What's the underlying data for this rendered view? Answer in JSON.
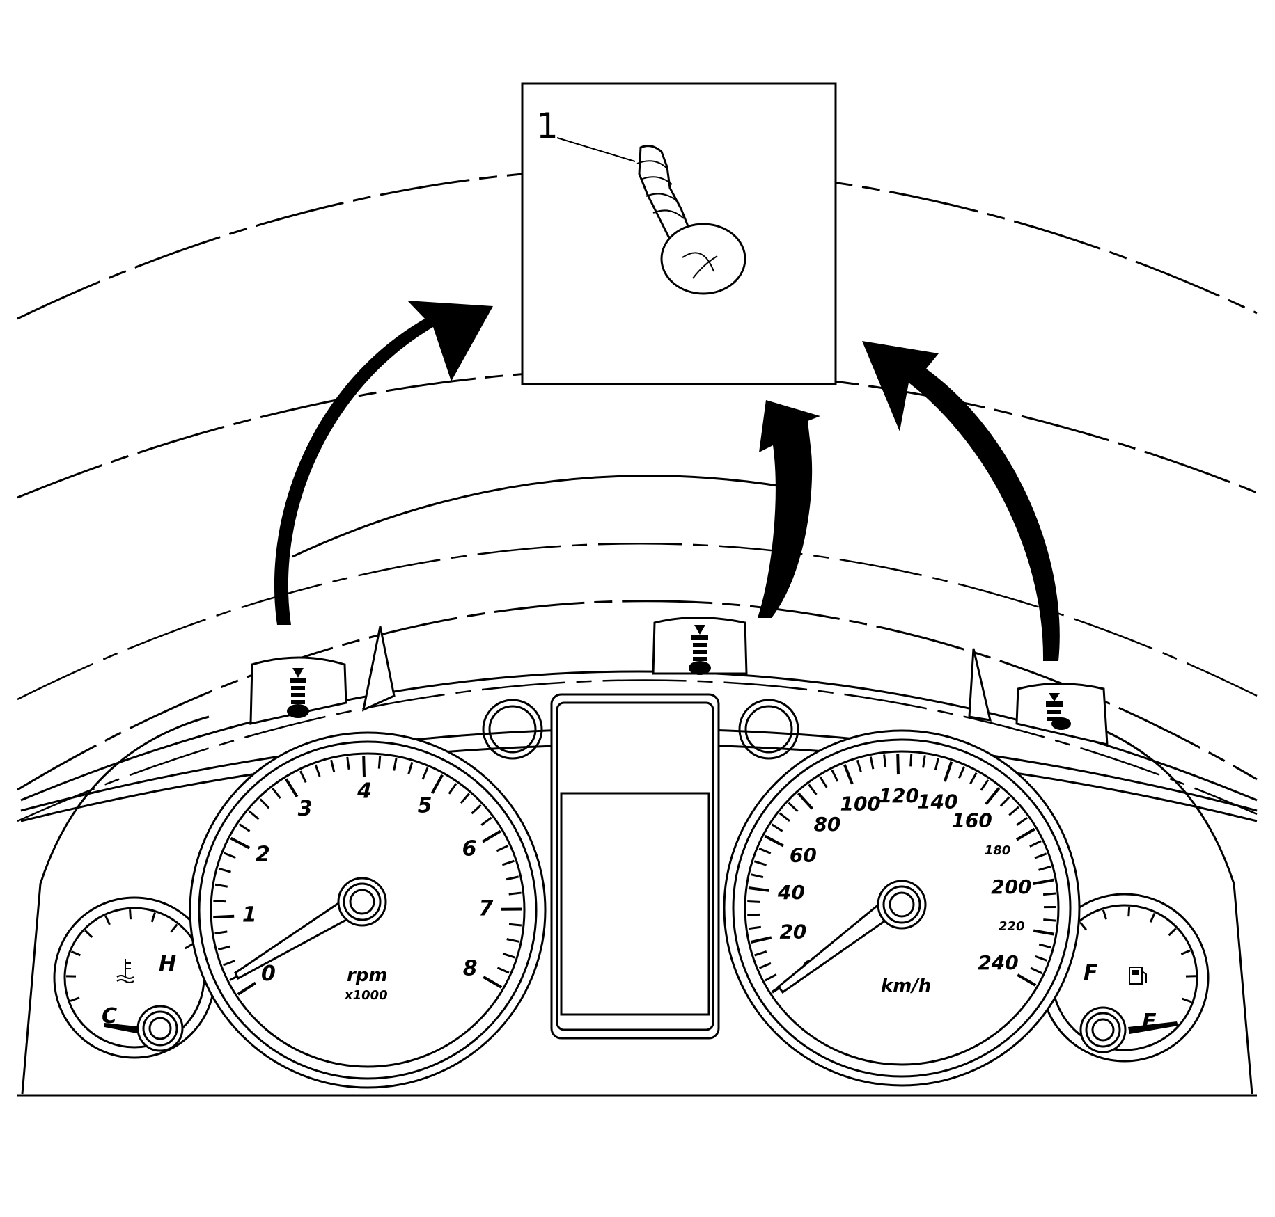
{
  "callout": {
    "number": "1"
  },
  "tachometer": {
    "labels": [
      "0",
      "1",
      "2",
      "3",
      "4",
      "5",
      "6",
      "7",
      "8"
    ],
    "unit": "rpm",
    "multiplier": "x1000"
  },
  "speedometer": {
    "labels": [
      "0",
      "20",
      "40",
      "60",
      "80",
      "100",
      "120",
      "140",
      "160",
      "180",
      "200",
      "220",
      "240"
    ],
    "unit": "km/h"
  },
  "temp_gauge": {
    "low": "C",
    "high": "H",
    "icon": "coolant-temperature-icon"
  },
  "fuel_gauge": {
    "low": "E",
    "high": "F",
    "icon": "fuel-pump-icon"
  },
  "colors": {
    "ink": "#000000",
    "paper": "#ffffff"
  }
}
